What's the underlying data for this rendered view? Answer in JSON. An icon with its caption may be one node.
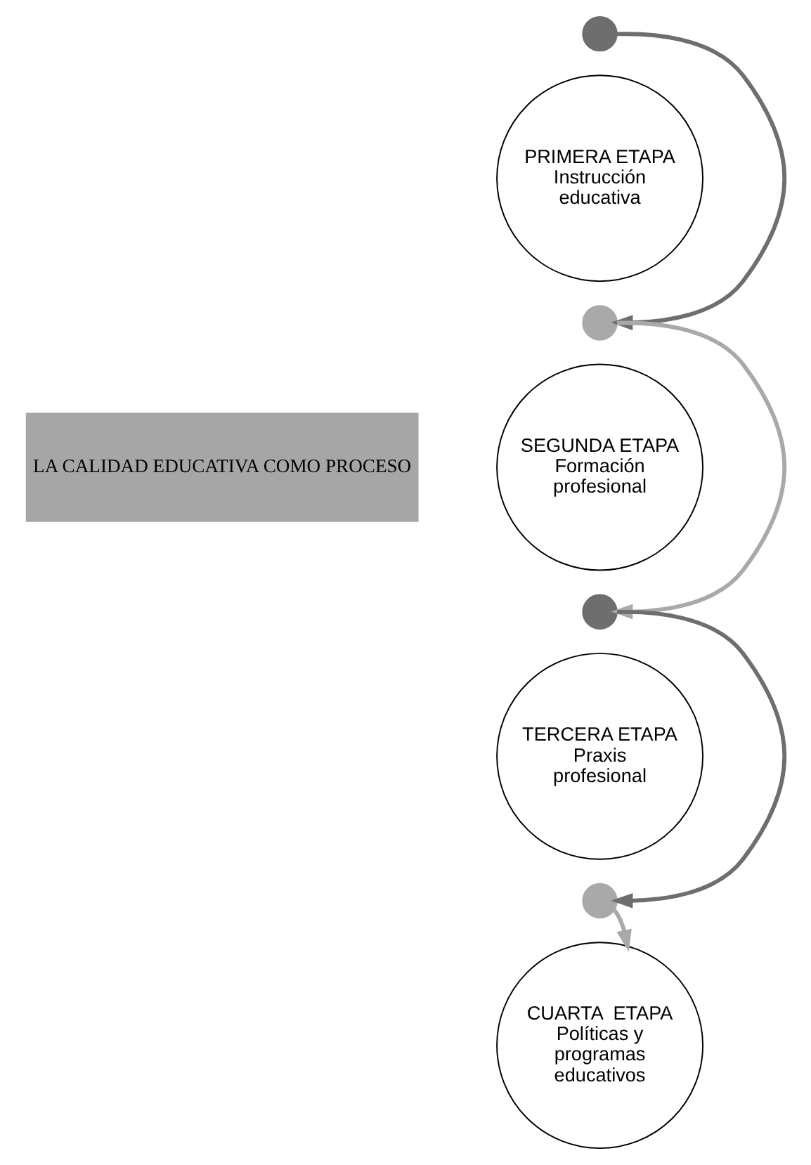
{
  "diagram": {
    "nodes": [
      {
        "text": [
          "LA CALIDAD EDUCATIVA COMO PROCESO"
        ]
      },
      {
        "text": [],
        "shape": "circle"
      },
      {
        "text": [
          "PRIMERA ETAPA",
          "Instrucción educativa"
        ]
      },
      {
        "text": [],
        "shape": "circle"
      },
      {
        "text": [
          "SEGUNDA ETAPA",
          "Formación profesional"
        ]
      },
      {
        "text": [],
        "shape": "circle"
      },
      {
        "text": [
          "TERCERA ETAPA",
          "Praxis profesional"
        ]
      },
      {
        "text": [],
        "shape": "circle"
      },
      {
        "text": [
          "CUARTA  ETAPA",
          "Políticas y programas educativos"
        ]
      }
    ],
    "edges": [
      {
        "from": 1,
        "to": 3,
        "arrow": "to",
        "color": "#6e6e6e"
      },
      {
        "from": 3,
        "to": 5,
        "arrow": "to",
        "color": "#a9a9a9"
      },
      {
        "from": 5,
        "to": 7,
        "arrow": "to",
        "color": "#6e6e6e"
      },
      {
        "from": 7,
        "to": 8,
        "arrow": "to",
        "color": "#a9a9a9"
      }
    ]
  }
}
